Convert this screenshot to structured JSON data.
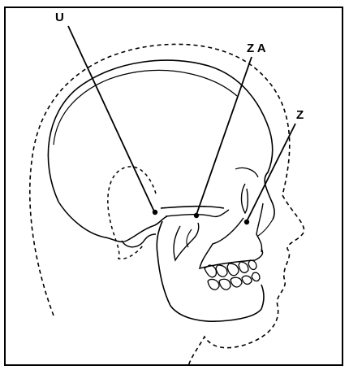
{
  "figure": {
    "labels": {
      "u": "U",
      "za": "Z A",
      "z": "Z"
    },
    "bleed_through_lines": [
      "",
      ""
    ],
    "colors": {
      "line": "#000000",
      "background": "#ffffff",
      "border": "#000000"
    }
  }
}
